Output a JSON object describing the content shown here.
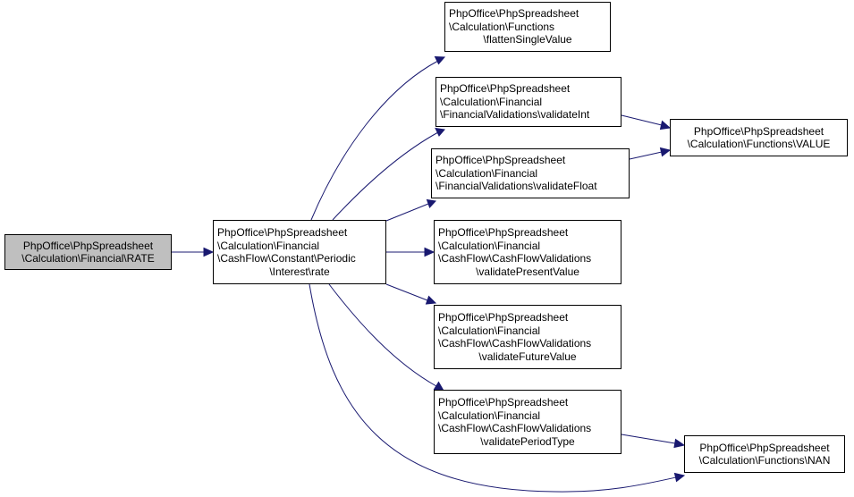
{
  "nodes": {
    "rate_fn": [
      "PhpOffice\\PhpSpreadsheet",
      "\\Calculation\\Financial\\RATE"
    ],
    "interest_rate": [
      "PhpOffice\\PhpSpreadsheet",
      "\\Calculation\\Financial",
      "\\CashFlow\\Constant\\Periodic",
      "\\Interest\\rate"
    ],
    "flatten_single_value": [
      "PhpOffice\\PhpSpreadsheet",
      "\\Calculation\\Functions",
      "\\flattenSingleValue"
    ],
    "validate_int": [
      "PhpOffice\\PhpSpreadsheet",
      "\\Calculation\\Financial",
      "\\FinancialValidations\\validateInt"
    ],
    "validate_float": [
      "PhpOffice\\PhpSpreadsheet",
      "\\Calculation\\Financial",
      "\\FinancialValidations\\validateFloat"
    ],
    "validate_present_value": [
      "PhpOffice\\PhpSpreadsheet",
      "\\Calculation\\Financial",
      "\\CashFlow\\CashFlowValidations",
      "\\validatePresentValue"
    ],
    "validate_future_value": [
      "PhpOffice\\PhpSpreadsheet",
      "\\Calculation\\Financial",
      "\\CashFlow\\CashFlowValidations",
      "\\validateFutureValue"
    ],
    "validate_period_type": [
      "PhpOffice\\PhpSpreadsheet",
      "\\Calculation\\Financial",
      "\\CashFlow\\CashFlowValidations",
      "\\validatePeriodType"
    ],
    "functions_value": [
      "PhpOffice\\PhpSpreadsheet",
      "\\Calculation\\Functions\\VALUE"
    ],
    "functions_nan": [
      "PhpOffice\\PhpSpreadsheet",
      "\\Calculation\\Functions\\NAN"
    ]
  },
  "edges": [
    [
      "rate_fn",
      "interest_rate"
    ],
    [
      "interest_rate",
      "flatten_single_value"
    ],
    [
      "interest_rate",
      "validate_int"
    ],
    [
      "interest_rate",
      "validate_float"
    ],
    [
      "interest_rate",
      "validate_present_value"
    ],
    [
      "interest_rate",
      "validate_future_value"
    ],
    [
      "interest_rate",
      "validate_period_type"
    ],
    [
      "interest_rate",
      "functions_nan"
    ],
    [
      "validate_int",
      "functions_value"
    ],
    [
      "validate_float",
      "functions_value"
    ],
    [
      "validate_period_type",
      "functions_nan"
    ]
  ],
  "colors": {
    "edge": "#191970",
    "highlight_fill": "#bfbfbf",
    "node_border": "#000000"
  }
}
